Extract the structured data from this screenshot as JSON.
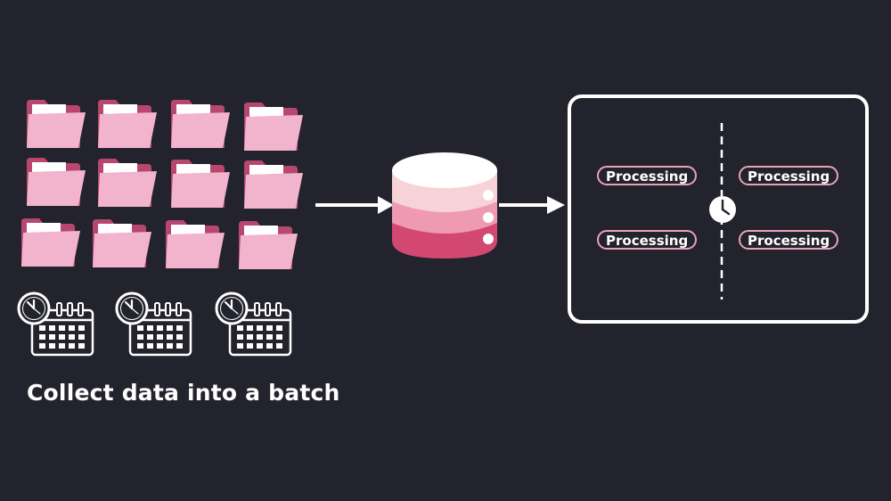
{
  "caption": "Collect data into a batch",
  "processing": {
    "labels": [
      "Processing",
      "Processing",
      "Processing",
      "Processing"
    ]
  },
  "colors": {
    "background": "#22232d",
    "folder_front": "#f2b3cc",
    "folder_back": "#b84770",
    "db_top": "#ffffff",
    "db_layer1": "#f7d2d6",
    "db_layer2": "#ee9ab3",
    "db_layer3": "#d34870",
    "outline": "#ffffff"
  },
  "icons": {
    "folder": "folder-icon",
    "clock_calendar": "clock-calendar-icon",
    "database": "database-icon",
    "clock": "clock-icon",
    "arrow": "arrow-right-icon"
  }
}
